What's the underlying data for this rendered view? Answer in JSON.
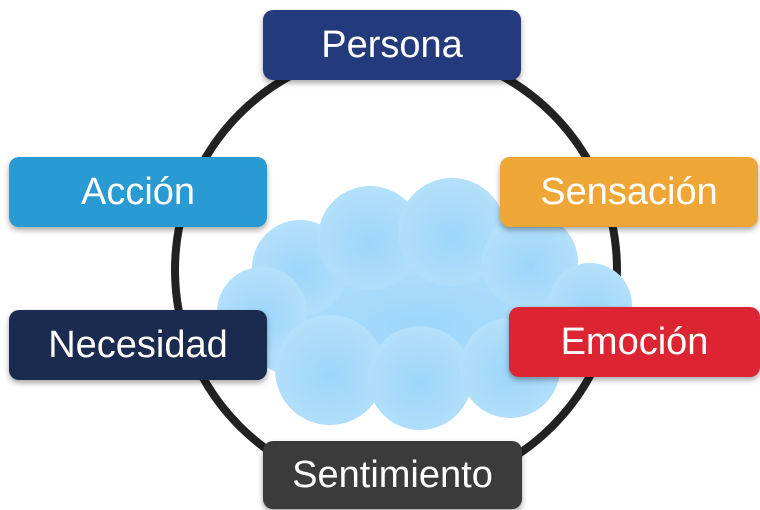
{
  "diagram": {
    "nodes": [
      {
        "id": "persona",
        "label": "Persona",
        "color": "#233b7d"
      },
      {
        "id": "accion",
        "label": "Acción",
        "color": "#2a9ad2"
      },
      {
        "id": "sensacion",
        "label": "Sensación",
        "color": "#eea636"
      },
      {
        "id": "necesidad",
        "label": "Necesidad",
        "color": "#1b2a4f"
      },
      {
        "id": "emocion",
        "label": "Emoción",
        "color": "#dd2432"
      },
      {
        "id": "sentimiento",
        "label": "Sentimiento",
        "color": "#3b3b3b"
      }
    ],
    "ring_color": "#222222",
    "cloud_color": "#a7d9f7"
  }
}
